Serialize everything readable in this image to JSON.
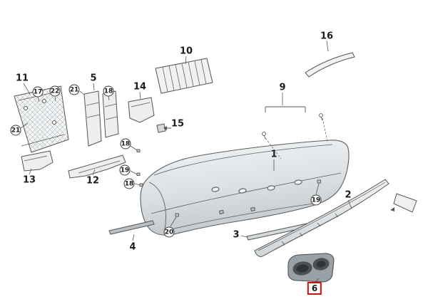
{
  "colors": {
    "line": "#555555",
    "highlight_box": "#cc1111",
    "part_fill_light": "#eceeef",
    "part_fill_mid": "#d4d9dc",
    "part_fill_dark": "#969da2"
  },
  "highlighted_callout": "6",
  "labels": {
    "n1": "1",
    "n2": "2",
    "n3": "3",
    "n4": "4",
    "n5": "5",
    "n6": "6",
    "n9": "9",
    "n10": "10",
    "n11": "11",
    "n12": "12",
    "n13": "13",
    "n14": "14",
    "n15": "15",
    "n16": "16",
    "c17": "17",
    "c18": "18",
    "c19": "19",
    "c20": "20",
    "c21": "21",
    "c22": "22"
  }
}
